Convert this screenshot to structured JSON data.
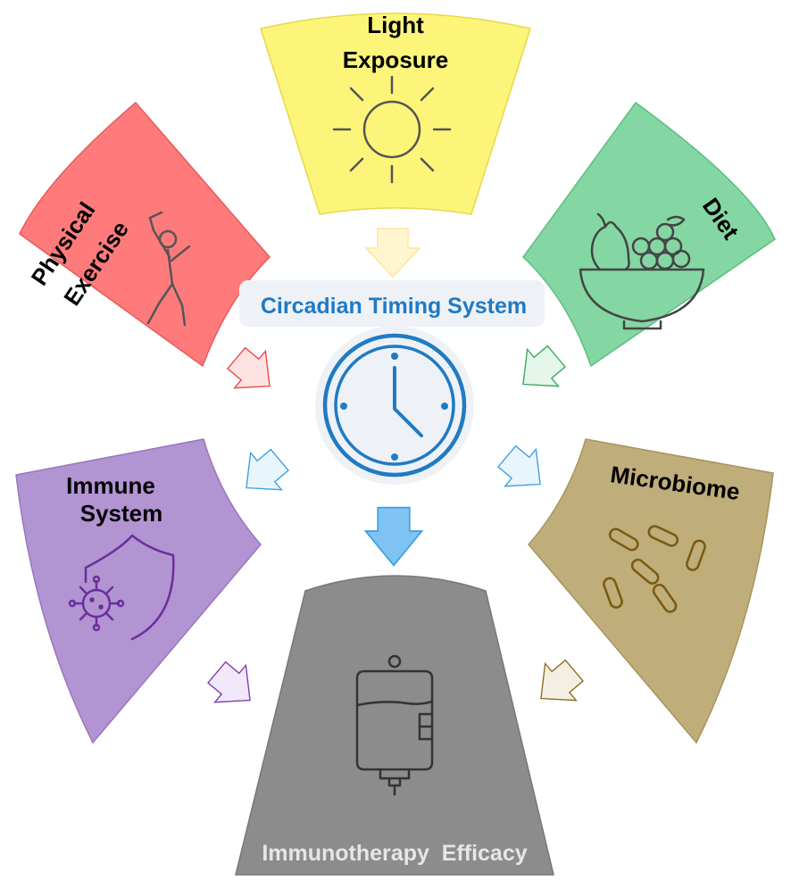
{
  "center": {
    "title": "Circadian Timing System",
    "icon": "clock-icon"
  },
  "segments": [
    {
      "id": "light",
      "lines": [
        "Light",
        "Exposure"
      ],
      "icon": "sun-icon",
      "color": "#fdf57a",
      "stroke": "#e8d84a"
    },
    {
      "id": "exercise",
      "lines": [
        "Physical",
        "Exercise"
      ],
      "icon": "golfer-icon",
      "color": "#ff7b7b",
      "stroke": "#e85a5a"
    },
    {
      "id": "diet",
      "lines": [
        "Diet"
      ],
      "icon": "fruit-bowl-icon",
      "color": "#84d6a3",
      "stroke": "#5ebd82"
    },
    {
      "id": "immune",
      "lines": [
        "Immune",
        "System"
      ],
      "icon": "shield-virus-icon",
      "color": "#b394d2",
      "stroke": "#9877bd"
    },
    {
      "id": "microbiome",
      "lines": [
        "Microbiome"
      ],
      "icon": "bacteria-icon",
      "color": "#bfad7a",
      "stroke": "#a8945e"
    },
    {
      "id": "therapy",
      "lines": [
        "Immunotherapy  Efficacy"
      ],
      "icon": "iv-bag-icon",
      "color": "#8c8c8c",
      "stroke": "#777777"
    }
  ],
  "colors": {
    "title": "#1f7bc4",
    "clock": "#1f7bc4",
    "clock_bg": "#eef2f7",
    "arrow_blue": "#7ec3f2",
    "arrow_light": "#e8f5fd"
  }
}
